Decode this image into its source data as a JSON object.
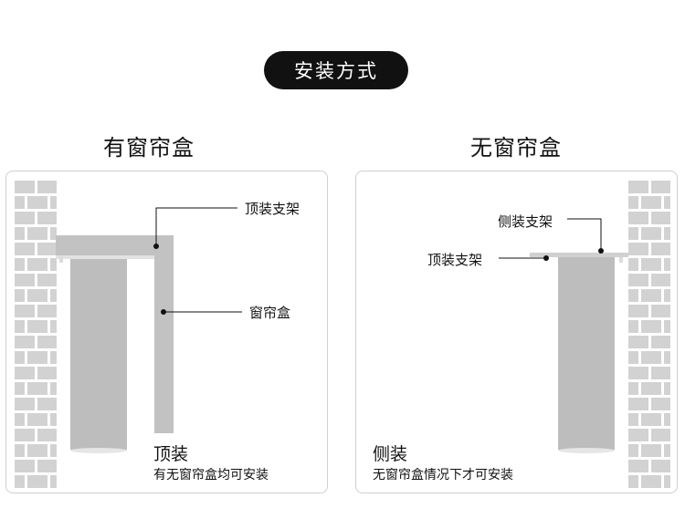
{
  "title": "安装方式",
  "left": {
    "heading": "有窗帘盒",
    "labels": {
      "bracket": "顶装支架",
      "box": "窗帘盒"
    },
    "method": "顶装",
    "description": "有无窗帘盒均可安装"
  },
  "right": {
    "heading": "无窗帘盒",
    "labels": {
      "side_bracket": "侧装支架",
      "top_bracket": "顶装支架"
    },
    "method": "侧装",
    "description": "无窗帘盒情况下才可安装"
  },
  "colors": {
    "brick": "#d2d2d2",
    "curtain": "#bdbdbd",
    "box": "#c2c2c2",
    "pill": "#111111",
    "border": "#cfcfcf"
  }
}
